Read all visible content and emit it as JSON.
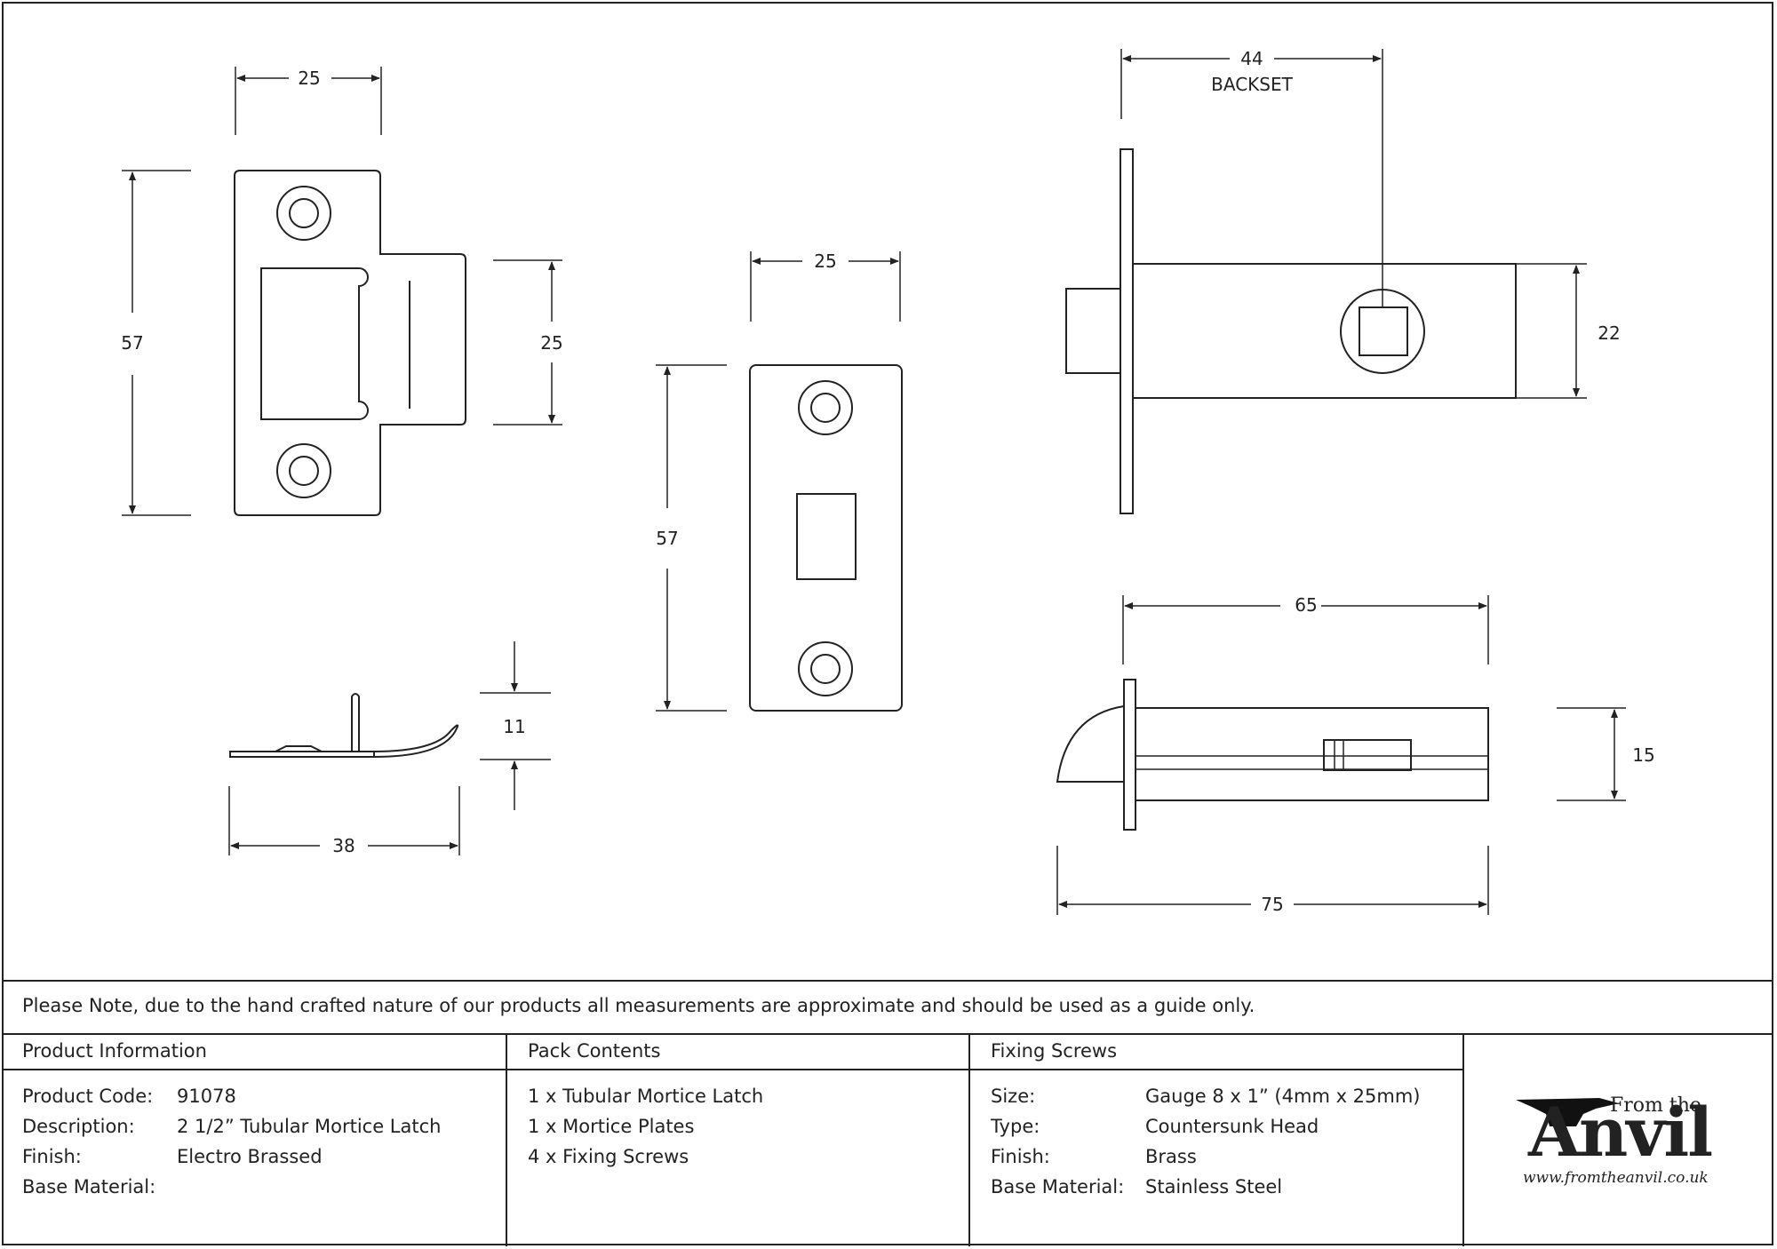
{
  "drawing": {
    "dims": {
      "keep_width": "25",
      "keep_height": "57",
      "keep_lip": "25",
      "plate_width": "25",
      "plate_height": "57",
      "spring_height": "11",
      "spring_length": "38",
      "backset_value": "44",
      "backset_label": "BACKSET",
      "body_height": "22",
      "body_length": "65",
      "bolt_height": "15",
      "overall_length": "75"
    }
  },
  "note": "Please Note, due to the hand crafted nature of our products all measurements are approximate and should be used as a guide only.",
  "product_info": {
    "title": "Product Information",
    "rows": [
      {
        "key": "Product Code:",
        "value": "91078"
      },
      {
        "key": "Description:",
        "value": "2 1/2” Tubular Mortice Latch"
      },
      {
        "key": "Finish:",
        "value": "Electro Brassed"
      },
      {
        "key": "Base Material:",
        "value": ""
      }
    ]
  },
  "pack_contents": {
    "title": "Pack Contents",
    "items": [
      "1 x Tubular Mortice Latch",
      "1 x Mortice Plates",
      "4 x Fixing Screws"
    ]
  },
  "fixing_screws": {
    "title": "Fixing Screws",
    "rows": [
      {
        "key": "Size:",
        "value": "Gauge 8 x 1” (4mm x 25mm)"
      },
      {
        "key": "Type:",
        "value": "Countersunk Head"
      },
      {
        "key": "Finish:",
        "value": "Brass"
      },
      {
        "key": "Base Material:",
        "value": "Stainless Steel"
      }
    ]
  },
  "logo": {
    "from": "From the",
    "anvil": "Anvil",
    "url": "www.fromtheanvil.co.uk"
  }
}
